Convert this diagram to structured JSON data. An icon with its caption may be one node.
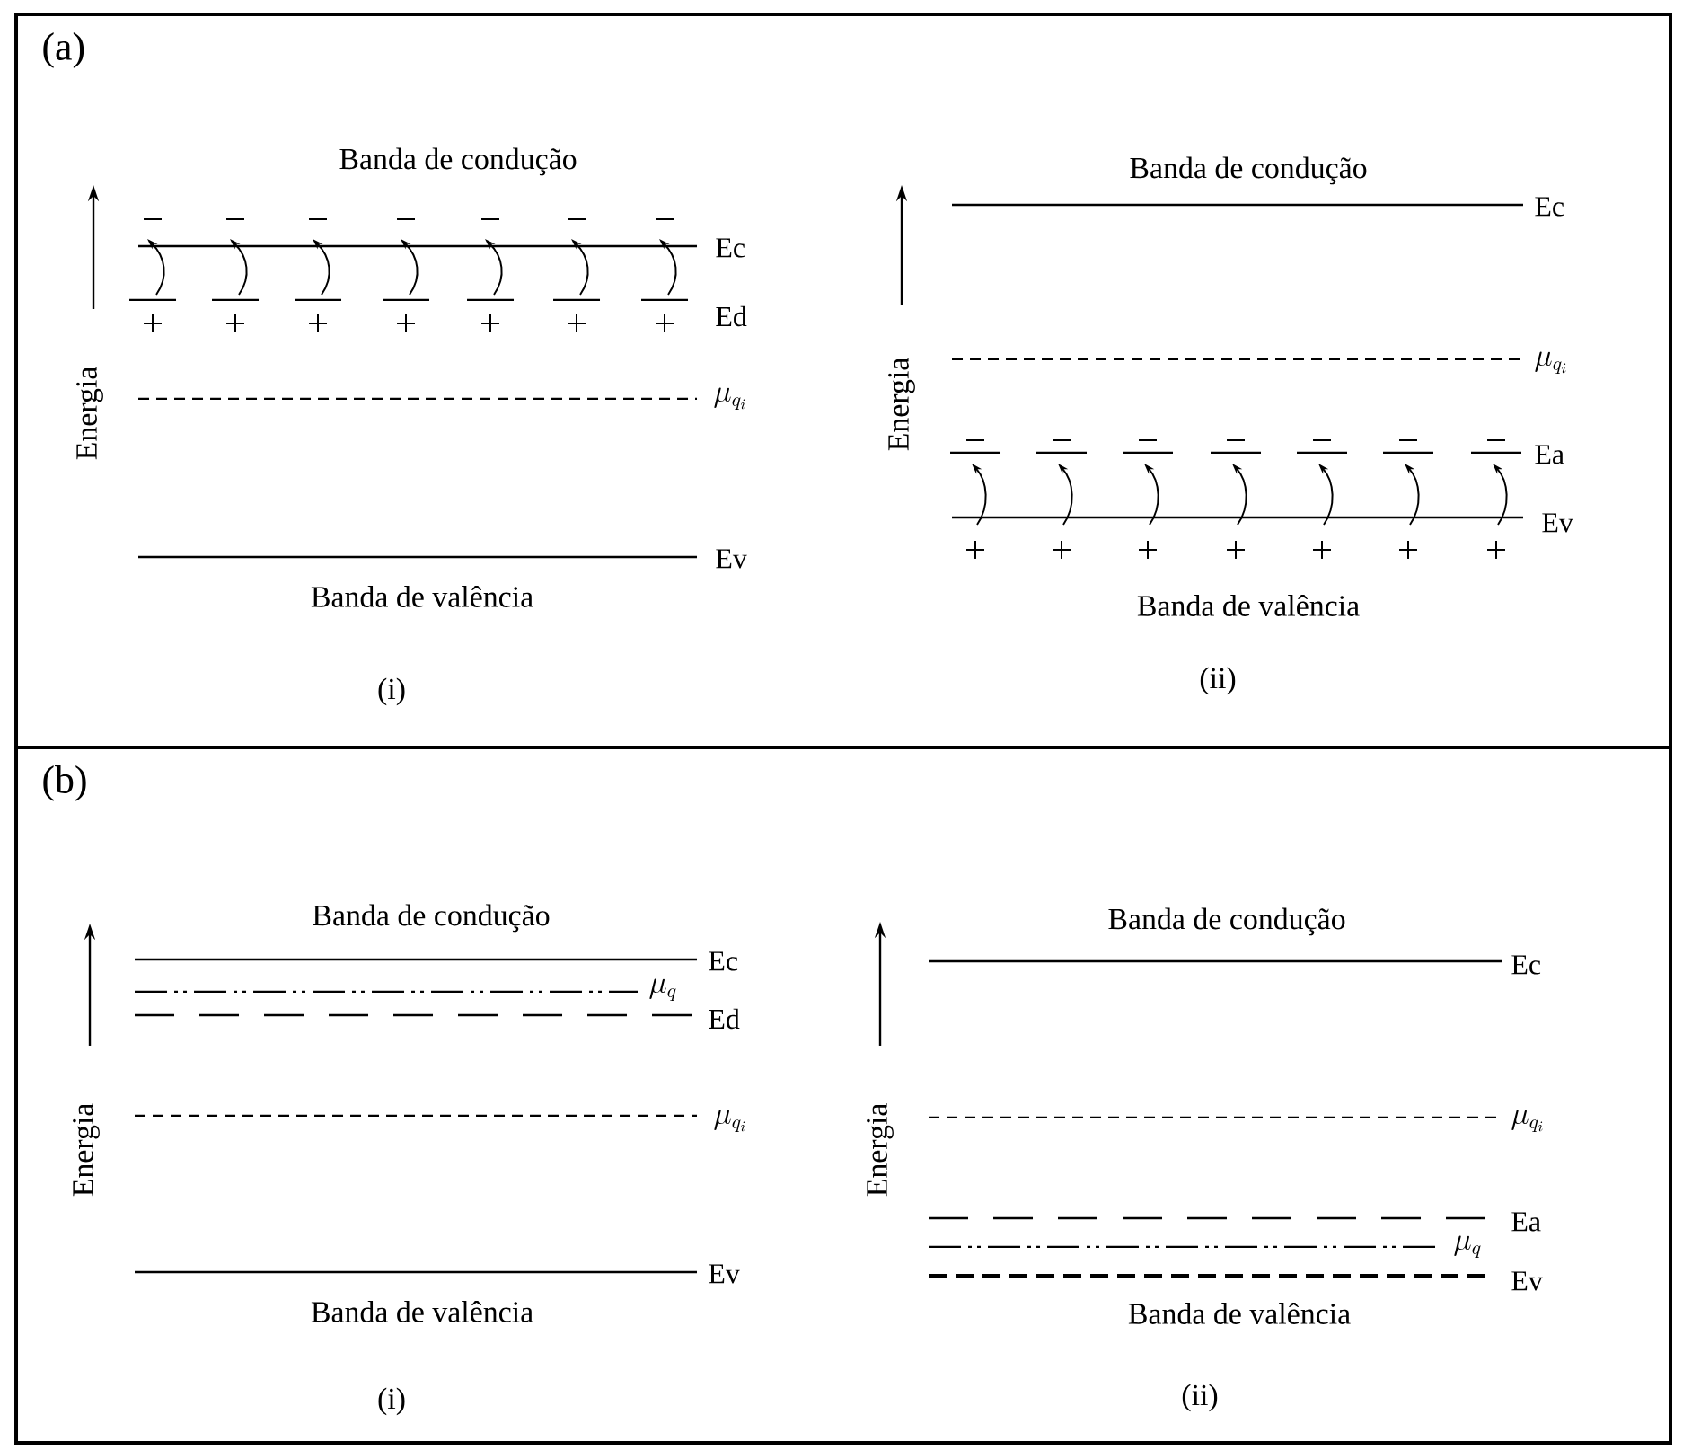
{
  "diagram": {
    "labels": [
      "(a)",
      "Banda de condução",
      "Ec",
      "Ed",
      "Energia",
      "\\mu_{q_i}",
      "Ev",
      "Banda de valência",
      "(i)",
      "Banda de condução",
      "Ec",
      "Energia",
      "\\mu_{q_i}",
      "Ea",
      "Ev",
      "Banda de valência",
      "(ii)",
      "(b)",
      "Banda de condução",
      "Ec",
      "\\mu_{q}",
      "Ed",
      "Energia",
      "\\mu_{q_i}",
      "Ev",
      "Banda de valência",
      "(i)",
      "Banda de condução",
      "Ec",
      "Energia",
      "\\mu_{q_i}",
      "Ea",
      "\\mu_{q}",
      "Ev",
      "Banda de valência",
      "(ii)"
    ]
  }
}
